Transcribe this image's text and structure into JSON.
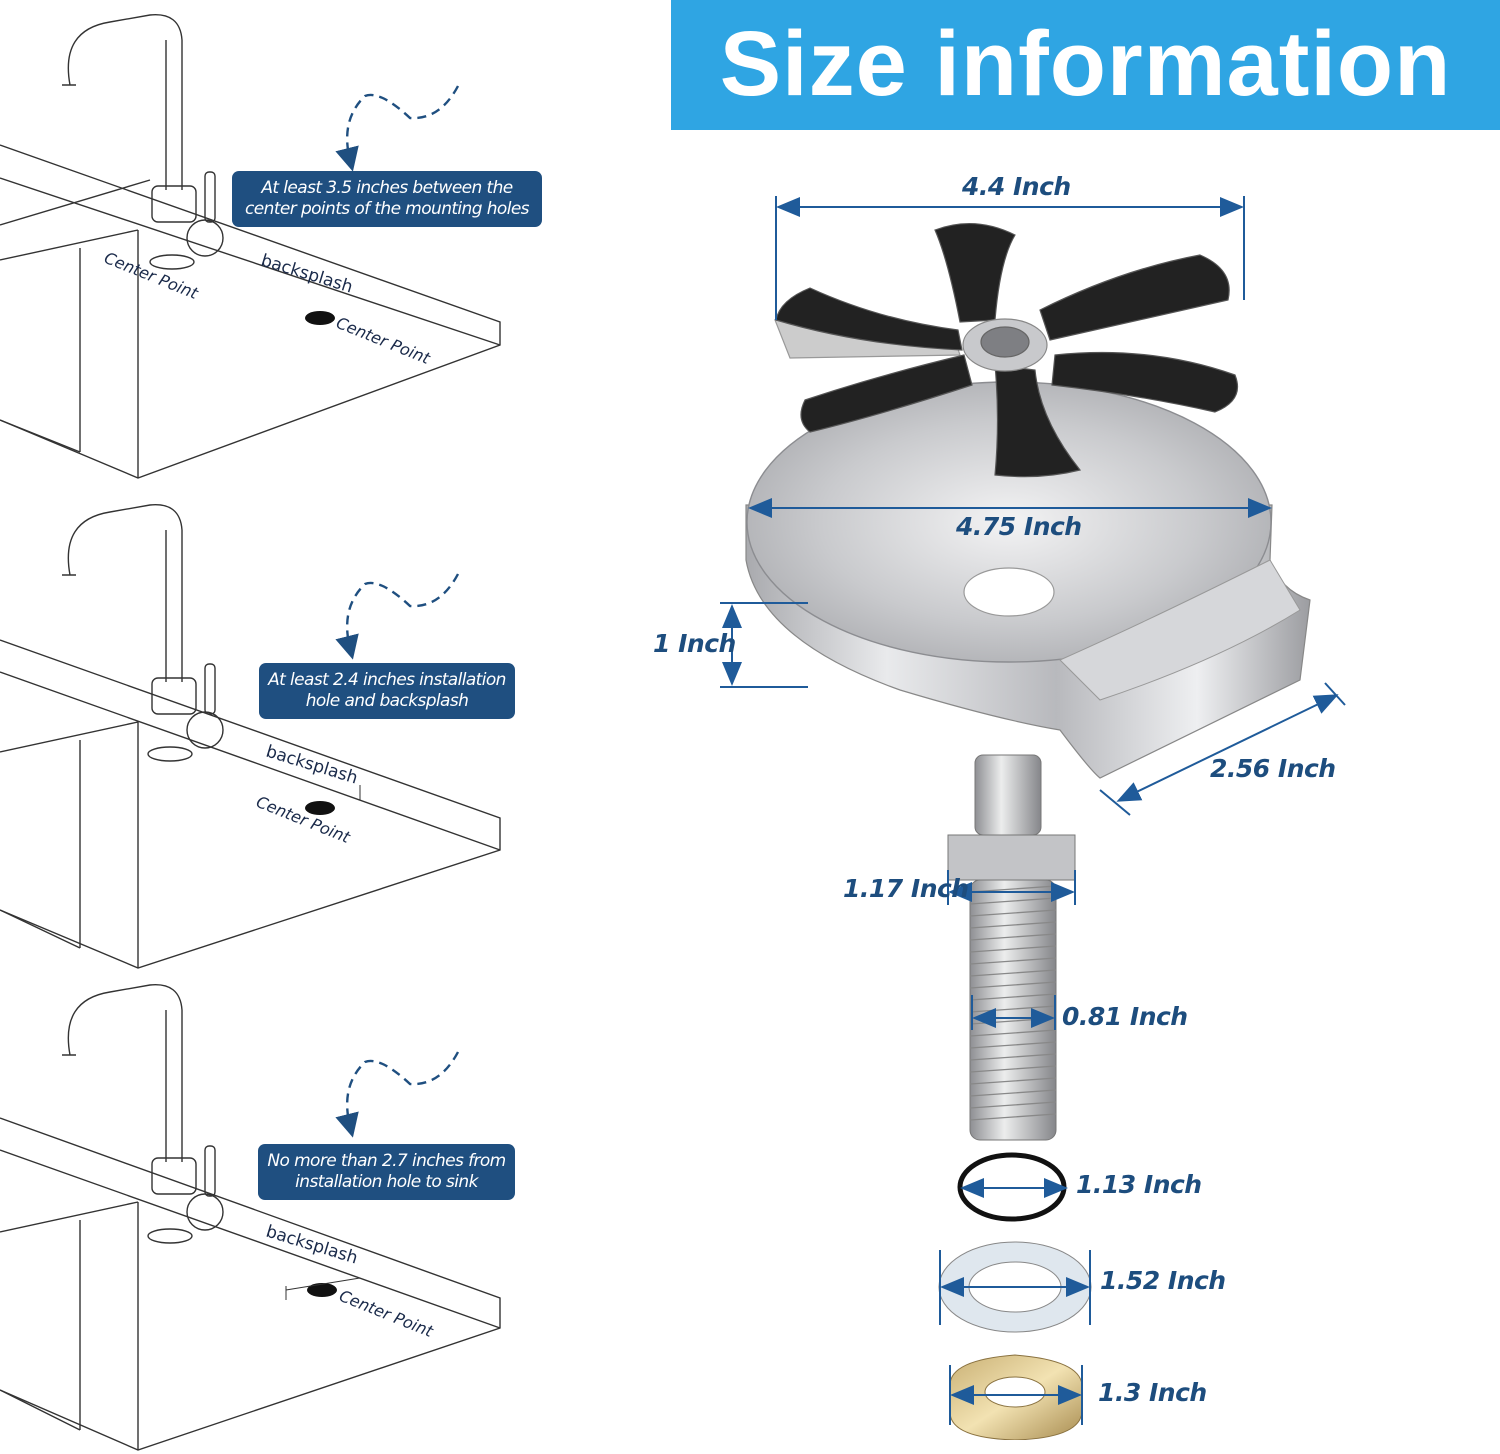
{
  "header": {
    "title": "Size information"
  },
  "colors": {
    "banner": "#2fa5e3",
    "callout": "#1f4f80",
    "dimension_text": "#1d4d7e",
    "arrow": "#1f5b9a"
  },
  "install_panels": [
    {
      "callout_line1": "At least 3.5 inches between the",
      "callout_line2": "center points of the mounting holes",
      "backsplash": "backsplash",
      "center_point_a": "Center Point",
      "center_point_b": "Center Point"
    },
    {
      "callout_line1": "At least 2.4 inches installation",
      "callout_line2": "hole and backsplash",
      "backsplash": "backsplash",
      "center_point": "Center Point"
    },
    {
      "callout_line1": "No more than 2.7 inches from",
      "callout_line2": "installation hole to sink",
      "backsplash": "backsplash",
      "center_point": "Center Point"
    }
  ],
  "dimensions": {
    "rinser_width": "4.4 Inch",
    "tray_diameter": "4.75 Inch",
    "tray_height": "1 Inch",
    "tray_lip": "2.56 Inch",
    "nut_width": "1.17 Inch",
    "thread_diameter": "0.81 Inch",
    "o_ring": "1.13 Inch",
    "washer": "1.52 Inch",
    "hex_nut": "1.3 Inch"
  }
}
